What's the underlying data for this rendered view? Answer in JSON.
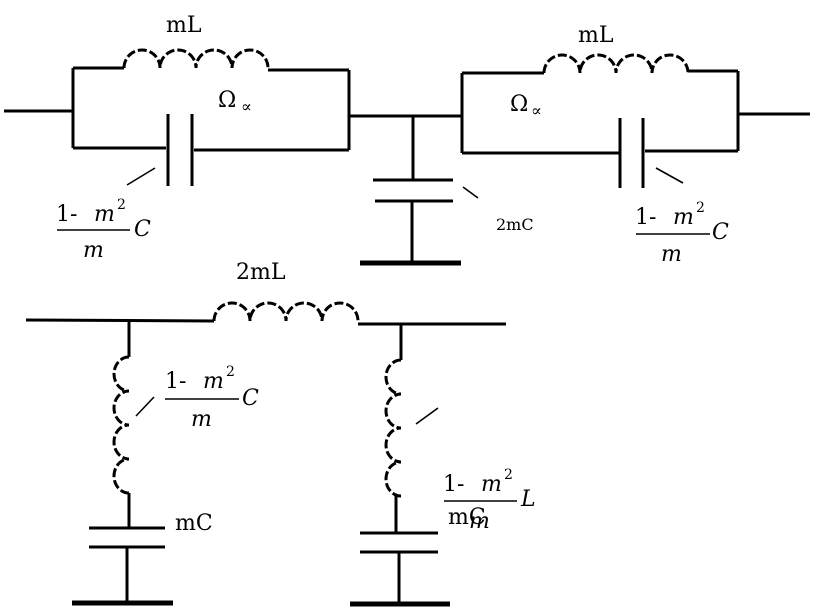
{
  "top_circuit": {
    "left_inductor_label": "mL",
    "right_inductor_label": "mL",
    "left_omega_label": "Ω",
    "left_omega_sub": "∝",
    "right_omega_label": "Ω",
    "right_omega_sub": "∝",
    "center_capacitor_label": "2mC",
    "left_capacitor_label": {
      "num_prefix": "1- ",
      "num_var": "m",
      "num_exp": "2",
      "den": "m",
      "suffix": "C"
    },
    "right_capacitor_label": {
      "num_prefix": "1- ",
      "num_var": "m",
      "num_exp": "2",
      "den": "m",
      "suffix": "C"
    }
  },
  "bottom_circuit": {
    "series_inductor_label": "2mL",
    "left_inductor_label": {
      "num_prefix": "1- ",
      "num_var": "m",
      "num_exp": "2",
      "den": "m",
      "suffix": "C"
    },
    "left_capacitor_label": "mC",
    "right_inductor_label": {
      "num_prefix": "1- ",
      "num_var": "m",
      "num_exp": "2",
      "den": "m",
      "suffix": "L"
    },
    "right_capacitor_label": "mC"
  }
}
